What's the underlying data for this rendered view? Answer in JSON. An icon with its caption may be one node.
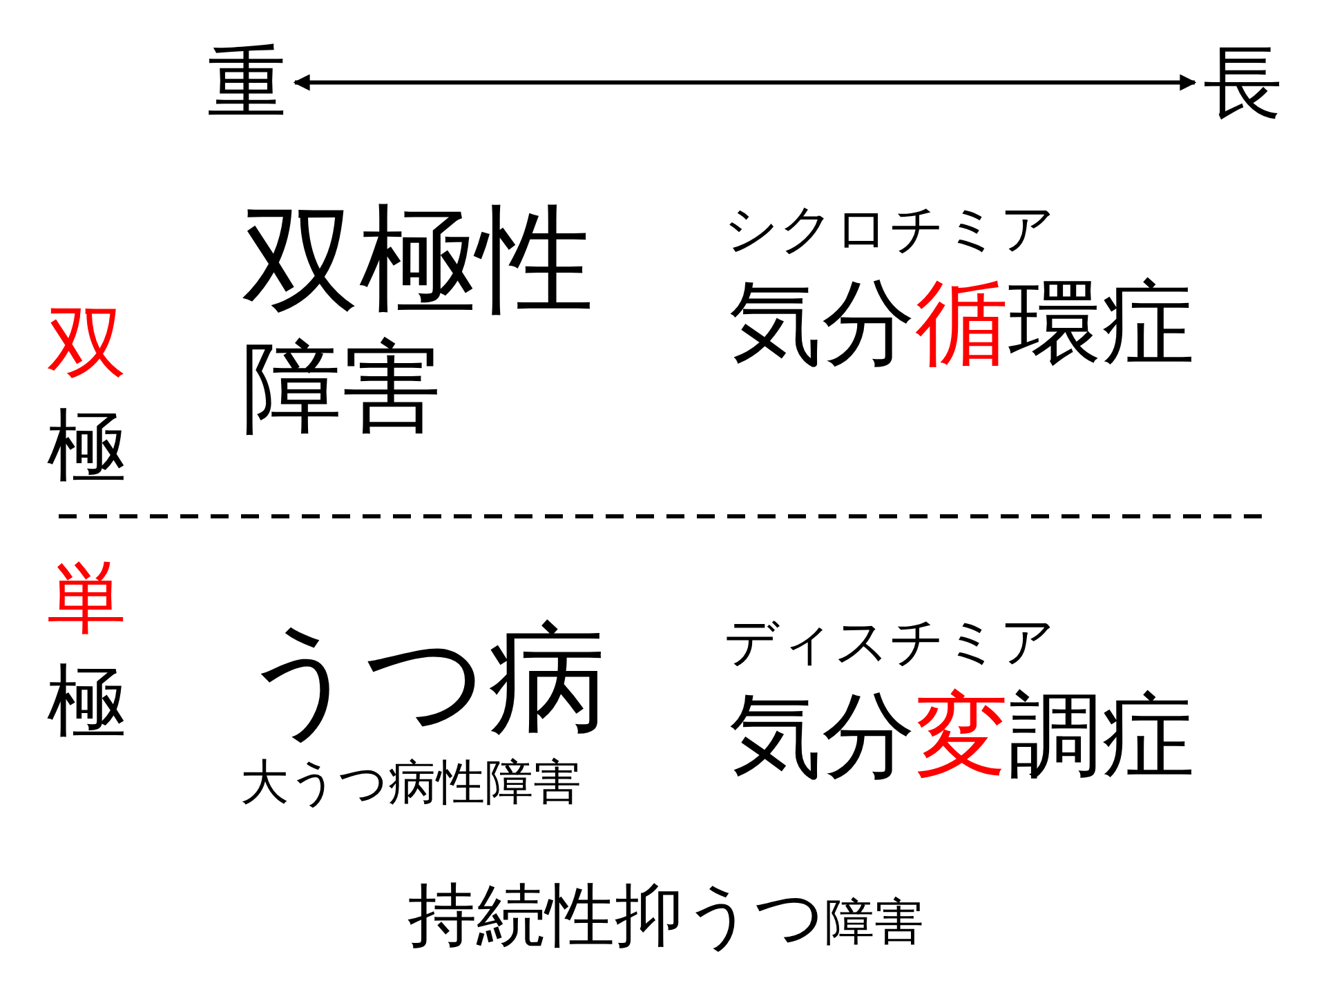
{
  "diagram": {
    "nodes": [
      {
        "text": [
          "重"
        ]
      },
      {
        "text": [
          "長"
        ]
      }
    ],
    "edges": [
      {
        "from": 0,
        "to": 1,
        "arrow": "both"
      }
    ],
    "labels": [
      "双",
      "極",
      "双極性",
      "障害",
      "シクロチミア",
      "気分循環症",
      "単",
      "極",
      "うつ病",
      "大うつ病性障害",
      "ディスチミア",
      "気分変調症",
      "持続性抑うつ障害"
    ]
  }
}
